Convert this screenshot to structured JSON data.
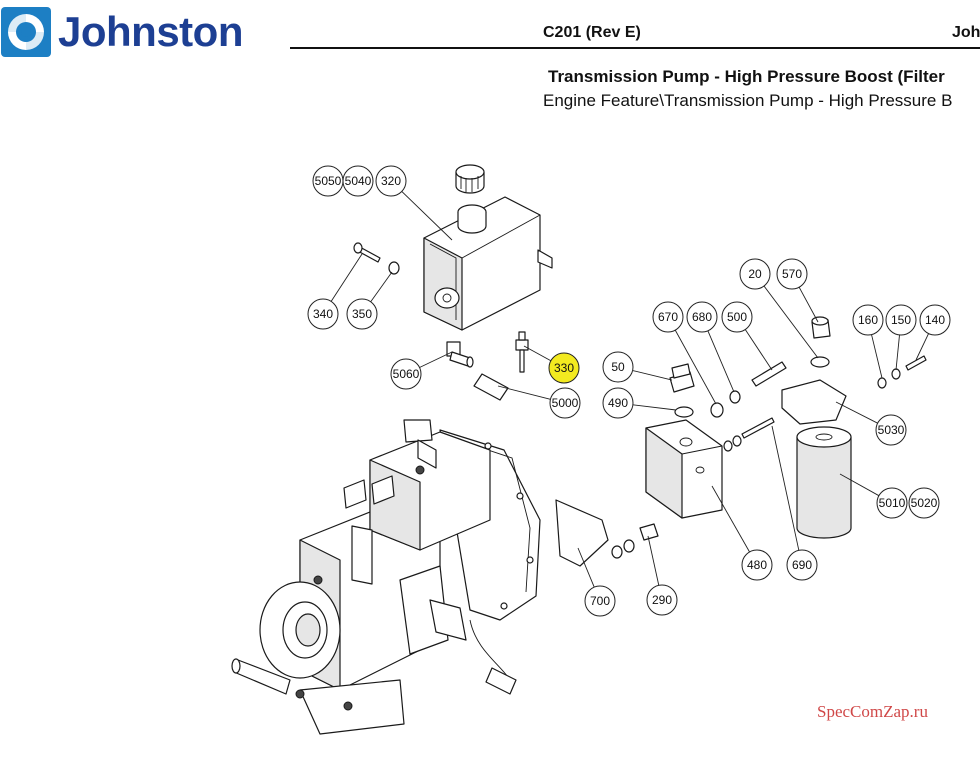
{
  "header": {
    "brand": "Johnston",
    "doc_code": "C201 (Rev E)",
    "doc_right": "Joh",
    "title": "Transmission Pump - High Pressure Boost (Filter",
    "subtitle": "Engine Feature\\Transmission Pump - High Pressure B"
  },
  "watermark": "SpecComZap.ru",
  "colors": {
    "brand": "#1d3f93",
    "highlight": "#f3ea20",
    "watermark": "#d04848"
  },
  "callouts": [
    {
      "label": "5050",
      "highlighted": false
    },
    {
      "label": "5040",
      "highlighted": false
    },
    {
      "label": "320",
      "highlighted": false
    },
    {
      "label": "340",
      "highlighted": false
    },
    {
      "label": "350",
      "highlighted": false
    },
    {
      "label": "5060",
      "highlighted": false
    },
    {
      "label": "330",
      "highlighted": true
    },
    {
      "label": "5000",
      "highlighted": false
    },
    {
      "label": "670",
      "highlighted": false
    },
    {
      "label": "680",
      "highlighted": false
    },
    {
      "label": "500",
      "highlighted": false
    },
    {
      "label": "20",
      "highlighted": false
    },
    {
      "label": "570",
      "highlighted": false
    },
    {
      "label": "160",
      "highlighted": false
    },
    {
      "label": "150",
      "highlighted": false
    },
    {
      "label": "140",
      "highlighted": false
    },
    {
      "label": "50",
      "highlighted": false
    },
    {
      "label": "490",
      "highlighted": false
    },
    {
      "label": "5030",
      "highlighted": false
    },
    {
      "label": "5010",
      "highlighted": false
    },
    {
      "label": "5020",
      "highlighted": false
    },
    {
      "label": "480",
      "highlighted": false
    },
    {
      "label": "690",
      "highlighted": false
    },
    {
      "label": "700",
      "highlighted": false
    },
    {
      "label": "290",
      "highlighted": false
    }
  ]
}
